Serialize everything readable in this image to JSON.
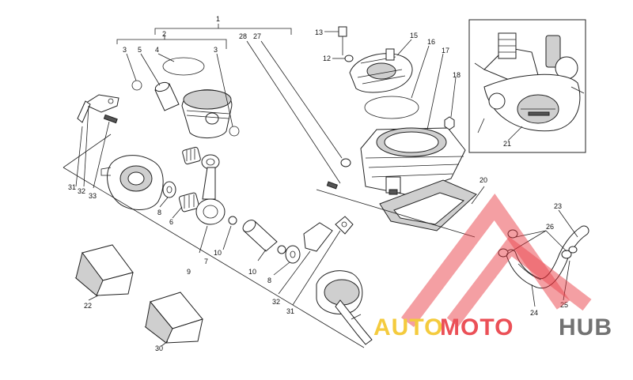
{
  "callouts": [
    "1",
    "2",
    "3",
    "5",
    "4",
    "3",
    "28",
    "27",
    "13",
    "15",
    "16",
    "17",
    "12",
    "18",
    "21",
    "31",
    "32",
    "33",
    "8",
    "6",
    "7",
    "10",
    "10",
    "8",
    "9",
    "20",
    "23",
    "26",
    "22",
    "30",
    "32",
    "31",
    "24",
    "25"
  ],
  "watermark": {
    "part1": "AUTO",
    "part2": "MOTO",
    "part3": "HUB",
    "colors": {
      "triangle": "#e8323a",
      "auto": "#f3c21d",
      "moto": "#e8323a",
      "hub": "#5a5a5a"
    }
  }
}
